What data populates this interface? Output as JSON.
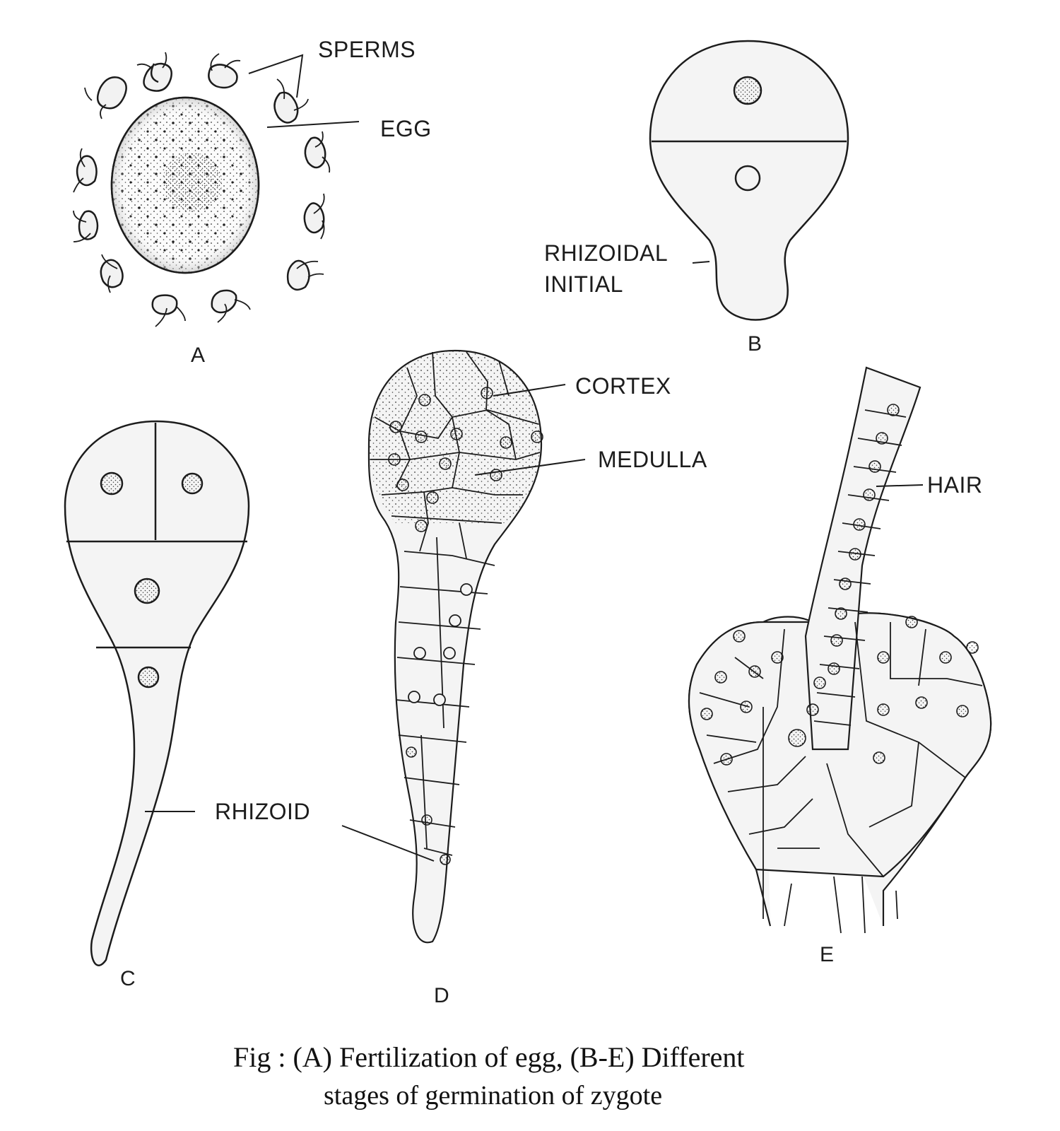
{
  "figure": {
    "panels": [
      {
        "id": "A",
        "label": "A",
        "annotations": [
          "SPERMS",
          "EGG"
        ]
      },
      {
        "id": "B",
        "label": "B",
        "annotations": [
          "RHIZOIDAL",
          "INITIAL"
        ]
      },
      {
        "id": "C",
        "label": "C",
        "annotations": [
          "RHIZOID"
        ]
      },
      {
        "id": "D",
        "label": "D",
        "annotations": [
          "CORTEX",
          "MEDULLA"
        ]
      },
      {
        "id": "E",
        "label": "E",
        "annotations": [
          "HAIR"
        ]
      }
    ],
    "labels": {
      "sperms": "SPERMS",
      "egg": "EGG",
      "rhizoidal": "RHIZOIDAL",
      "initial": "INITIAL",
      "cortex": "CORTEX",
      "medulla": "MEDULLA",
      "hair": "HAIR",
      "rhizoid": "RHIZOID"
    },
    "caption": {
      "line1": "Fig : (A) Fertilization  of egg, (B-E) Different",
      "line2": "stages of germination of zygote"
    },
    "colors": {
      "ink": "#1c1c1c",
      "cell_fill": "#f4f4f4",
      "background": "#ffffff"
    }
  }
}
